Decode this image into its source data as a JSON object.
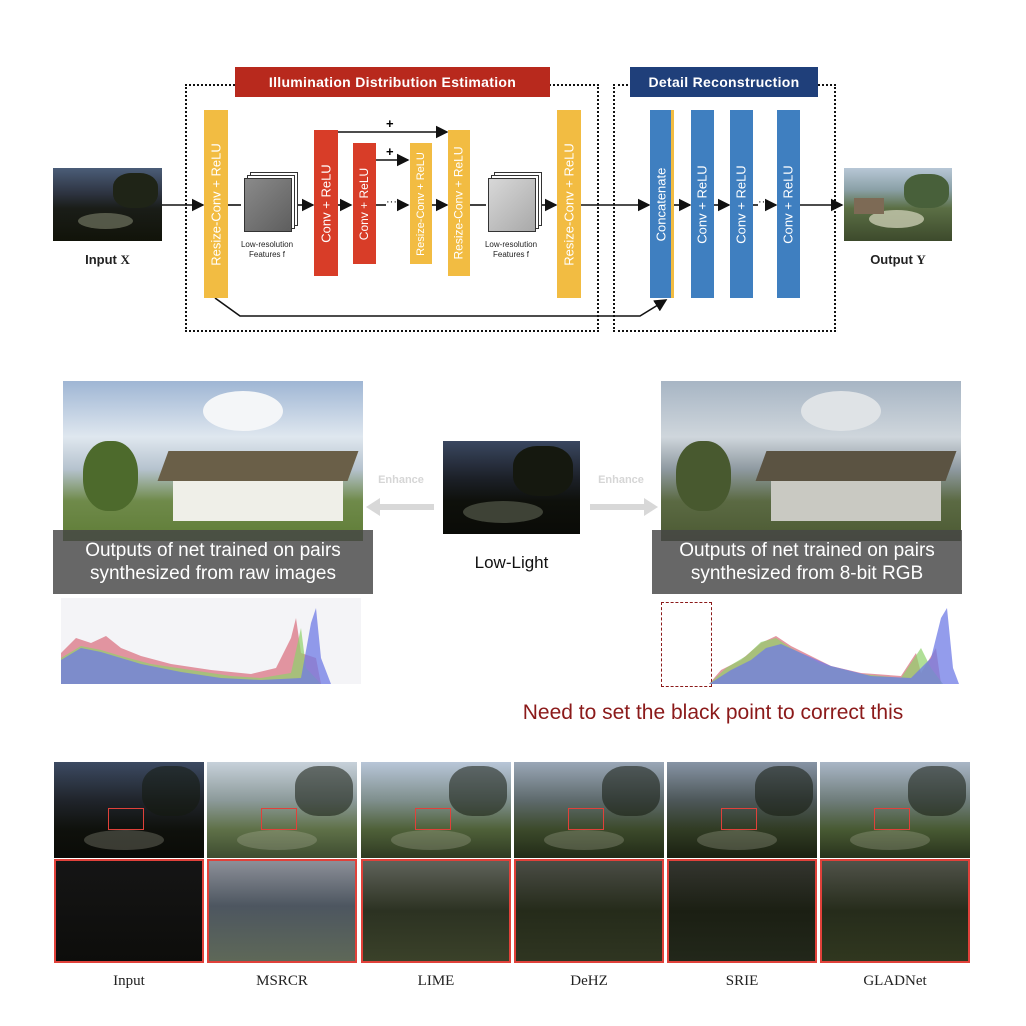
{
  "diagram": {
    "ide_title": "Illumination Distribution Estimation",
    "dr_title": "Detail Reconstruction",
    "input_label": "Input",
    "input_symbol": "X",
    "output_label": "Output",
    "output_symbol": "Y",
    "resize_conv": "Resize-Conv + ReLU",
    "conv_relu": "Conv + ReLU",
    "conv_plus_relu": "Conv  +  ReLU",
    "concatenate": "Concatenate",
    "lowres_line1": "Low-resolution",
    "lowres_line2": "Features f",
    "plus": "+",
    "ellipsis": "···",
    "colors": {
      "ide_banner": "#b8291d",
      "dr_banner": "#1f3f7a",
      "yellow": "#f2bc42",
      "red": "#d83d28",
      "blue": "#3f7fc0"
    }
  },
  "middle": {
    "enhance_left": "Enhance",
    "enhance_right": "Enhance",
    "lowlight_label": "Low-Light",
    "caption_left": "Outputs of net trained on pairs synthesized from raw images",
    "caption_right": "Outputs of net trained on pairs synthesized from 8-bit RGB",
    "note": "Need to set the black point to correct this",
    "note_color": "#8b1a1a"
  },
  "comparison": {
    "labels": [
      "Input",
      "MSRCR",
      "LIME",
      "DeHZ",
      "SRIE",
      "GLADNet"
    ]
  }
}
